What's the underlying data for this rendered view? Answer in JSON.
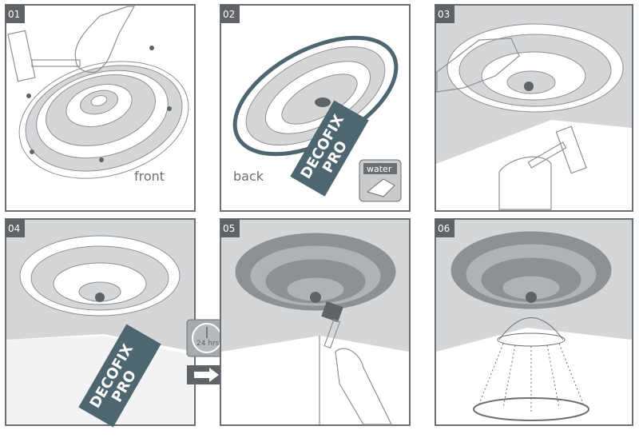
{
  "steps": [
    {
      "number": "01",
      "label": "front"
    },
    {
      "number": "02",
      "label": "back",
      "product": [
        "DECOFIX",
        "PRO"
      ],
      "badge": "water"
    },
    {
      "number": "03"
    },
    {
      "number": "04",
      "product": [
        "DECOFIX",
        "PRO"
      ],
      "timer": "24 hrs"
    },
    {
      "number": "05"
    },
    {
      "number": "06"
    }
  ],
  "colors": {
    "frame": "#6b6f73",
    "tube": "#4e6670",
    "shade": "#d4d6d8",
    "paint": "#9a9ea2"
  }
}
